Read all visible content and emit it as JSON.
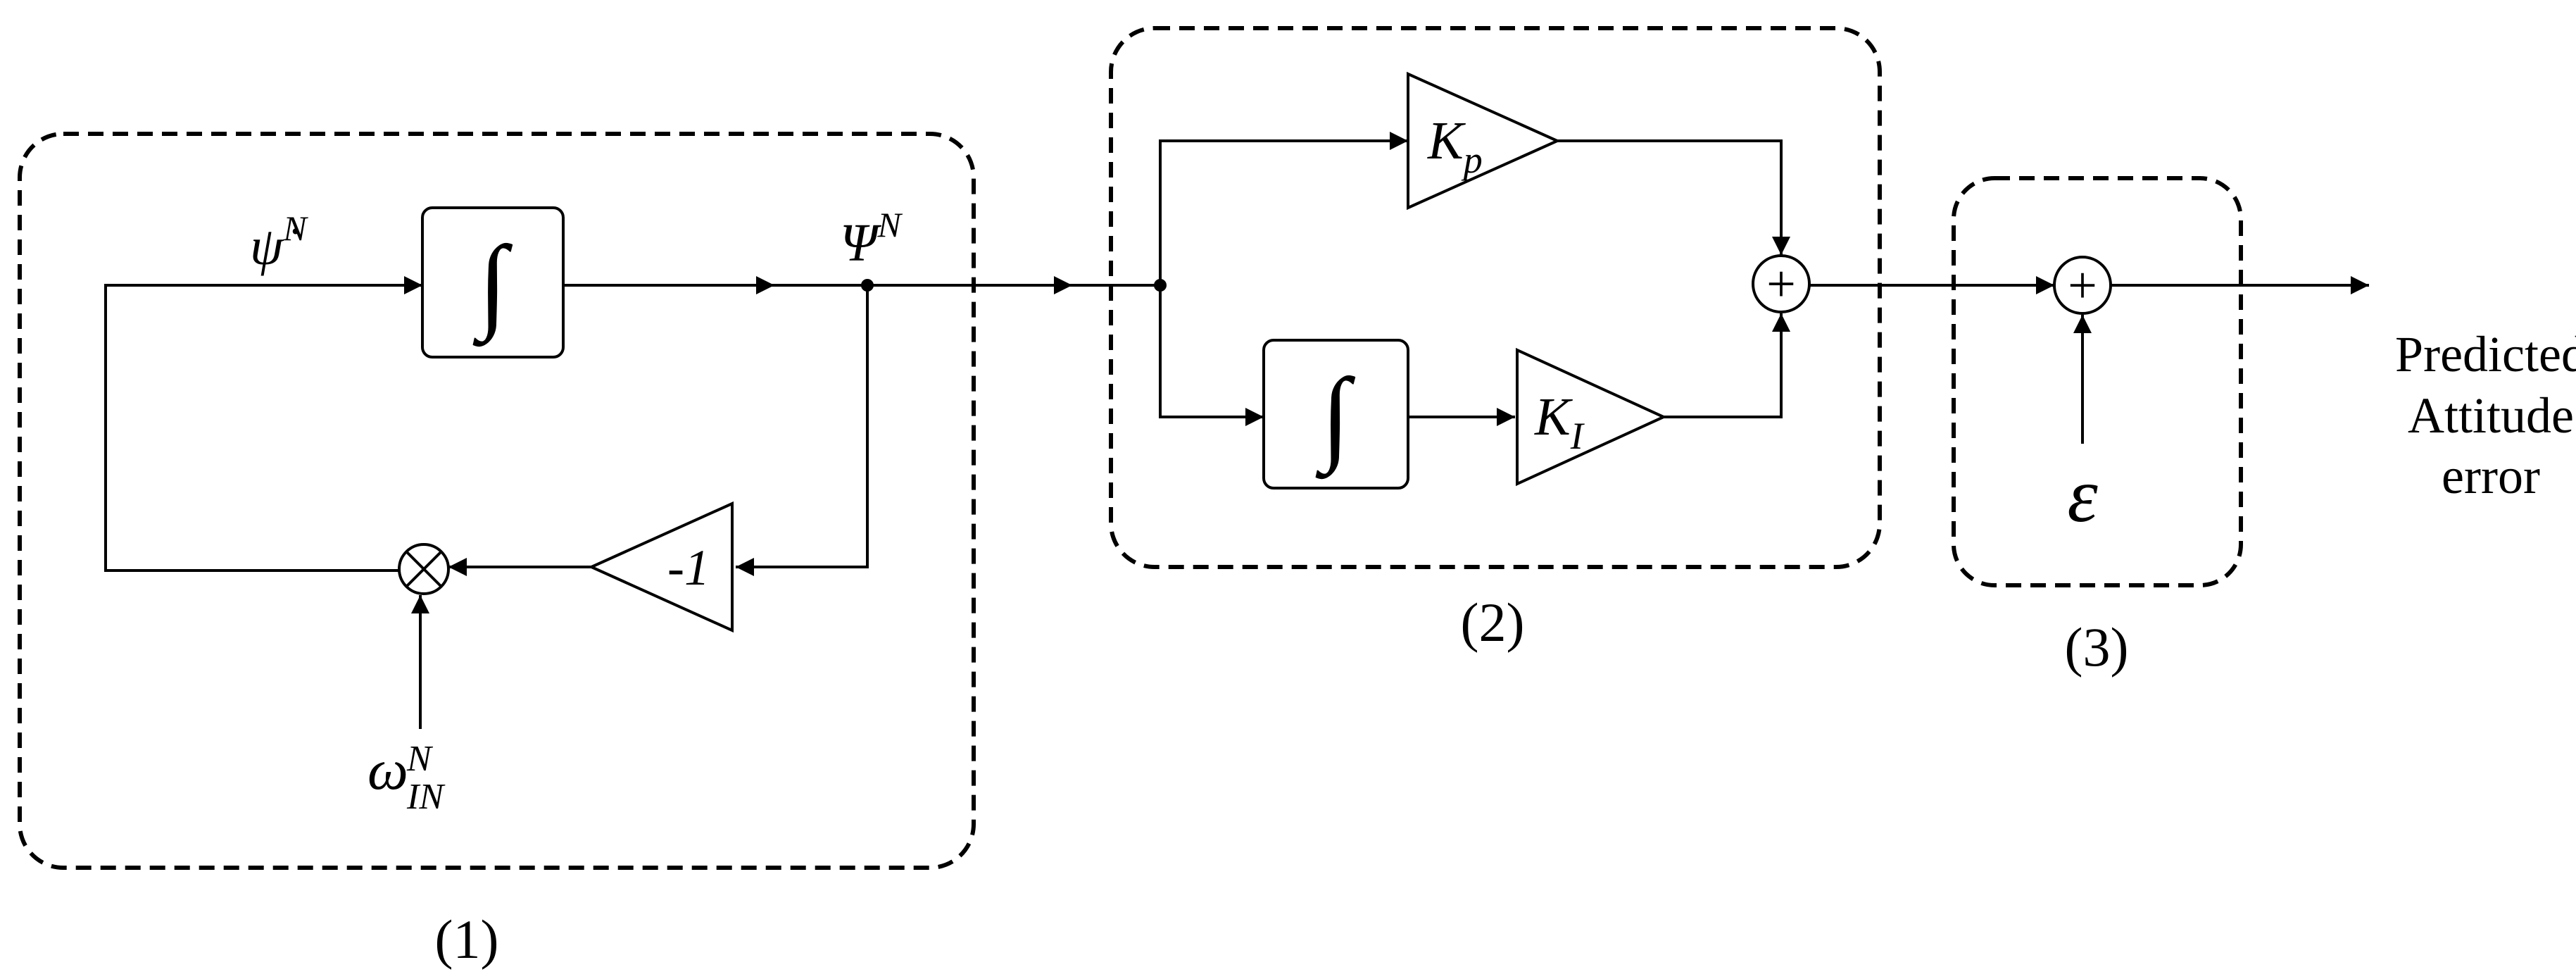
{
  "blocks": {
    "integrator_symbol": "∫",
    "gain_negative": "-1",
    "gain_p": {
      "base": "K",
      "sub": "p"
    },
    "gain_i": {
      "base": "K",
      "sub": "I"
    },
    "sum_symbol": "+"
  },
  "signals": {
    "psi_dot": {
      "base": "ψ̇",
      "sup": "N"
    },
    "psi": {
      "base": "Ψ",
      "sup": "N"
    },
    "omega": {
      "base": "ω",
      "sub": "IN",
      "sup": "N"
    },
    "epsilon": "ε"
  },
  "output": {
    "line1": "Predicted",
    "line2": "Attitude",
    "line3": "error"
  },
  "groups": {
    "group1_label": "(1)",
    "group2_label": "(2)",
    "group3_label": "(3)"
  }
}
